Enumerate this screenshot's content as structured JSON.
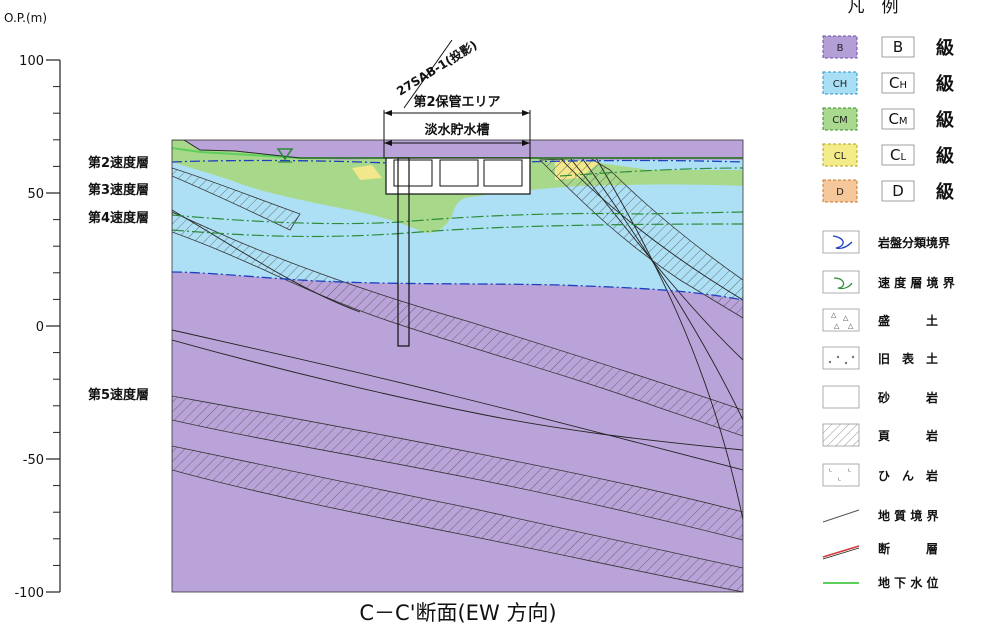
{
  "axis": {
    "unit_label": "O.P.(m)",
    "ticks": [
      {
        "value": 100,
        "label": "100"
      },
      {
        "value": 50,
        "label": "50"
      },
      {
        "value": 0,
        "label": "0"
      },
      {
        "value": -50,
        "label": "-50"
      },
      {
        "value": -100,
        "label": "-100"
      }
    ]
  },
  "layers": [
    {
      "id": "layer2",
      "label": "第2速度層"
    },
    {
      "id": "layer3",
      "label": "第3速度層"
    },
    {
      "id": "layer4",
      "label": "第4速度層"
    },
    {
      "id": "layer5",
      "label": "第5速度層"
    }
  ],
  "borehole": {
    "label": "27SAB-1(投影)"
  },
  "structure": {
    "area_label": "第2保管エリア",
    "tank_label": "淡水貯水槽"
  },
  "caption": "C－C'断面(EW 方向)",
  "colors": {
    "class_B": "#b39fd6",
    "class_CH": "#a9dff5",
    "class_CM": "#a9d98f",
    "class_CL": "#f4ec8a",
    "class_D": "#f6c79a",
    "rock_boundary": "#1f3fbf",
    "velocity_boundary": "#2e8b3a",
    "groundwater": "#5ccf5c",
    "fault": "#d43a3a"
  },
  "legend": {
    "title": "凡　例",
    "classes": [
      {
        "key": "B",
        "box": "B",
        "main": "B",
        "sub": "",
        "suffix": "級",
        "color": "#b39fd6",
        "border": "#6a4fa8"
      },
      {
        "key": "CH",
        "box": "CH",
        "main": "C",
        "sub": "H",
        "suffix": "級",
        "color": "#a9dff5",
        "border": "#2f8fc4"
      },
      {
        "key": "CM",
        "box": "CM",
        "main": "C",
        "sub": "M",
        "suffix": "級",
        "color": "#a9d98f",
        "border": "#3e8a2f"
      },
      {
        "key": "CL",
        "box": "CL",
        "main": "C",
        "sub": "L",
        "suffix": "級",
        "color": "#f4ec8a",
        "border": "#b3a21f"
      },
      {
        "key": "D",
        "box": "D",
        "main": "D",
        "sub": "",
        "suffix": "級",
        "color": "#f6c79a",
        "border": "#c47a2f"
      }
    ],
    "symbols": [
      {
        "key": "rock_boundary",
        "label": "岩盤分類境界"
      },
      {
        "key": "velocity_boundary",
        "label": "速 度 層 境 界"
      },
      {
        "key": "fill",
        "label": "盛　　　土"
      },
      {
        "key": "old_topsoil",
        "label": "旧　表　土"
      },
      {
        "key": "sandstone",
        "label": "砂　　　岩"
      },
      {
        "key": "shale",
        "label": "頁　　　岩"
      },
      {
        "key": "porphyrite",
        "label": "ひ　ん　岩"
      }
    ],
    "lines": [
      {
        "key": "geo_boundary",
        "label": "地 質 境 界"
      },
      {
        "key": "fault",
        "label": "断　　　層"
      },
      {
        "key": "groundwater",
        "label": "地 下 水 位"
      }
    ]
  }
}
